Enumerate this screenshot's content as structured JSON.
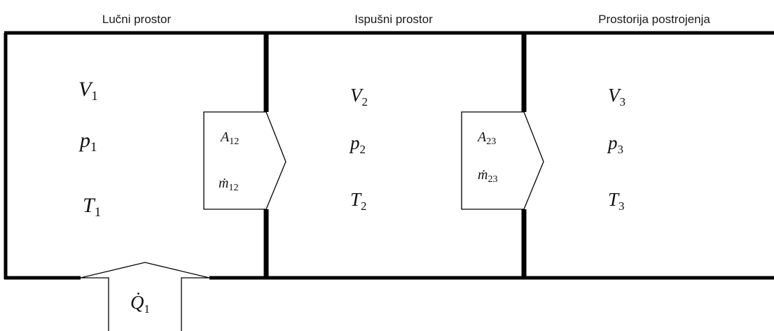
{
  "headers": {
    "arc_space": "Lučni prostor",
    "exhaust_space": "Ispušni prostor",
    "plant_room": "Prostorija postrojenja"
  },
  "compartments": [
    {
      "volume": {
        "symbol": "V",
        "index": "1"
      },
      "pressure": {
        "symbol": "p",
        "index": "1"
      },
      "temperature": {
        "symbol": "T",
        "index": "1"
      }
    },
    {
      "volume": {
        "symbol": "V",
        "index": "2"
      },
      "pressure": {
        "symbol": "p",
        "index": "2"
      },
      "temperature": {
        "symbol": "T",
        "index": "2"
      }
    },
    {
      "volume": {
        "symbol": "V",
        "index": "3"
      },
      "pressure": {
        "symbol": "p",
        "index": "3"
      },
      "temperature": {
        "symbol": "T",
        "index": "3"
      }
    }
  ],
  "openings": [
    {
      "area": {
        "symbol": "A",
        "index": "12"
      },
      "mass_flow": {
        "symbol": "ṁ",
        "index": "12"
      }
    },
    {
      "area": {
        "symbol": "A",
        "index": "23"
      },
      "mass_flow": {
        "symbol": "ṁ",
        "index": "23"
      }
    }
  ],
  "heat_input": {
    "symbol": "Q̇",
    "index": "1"
  }
}
